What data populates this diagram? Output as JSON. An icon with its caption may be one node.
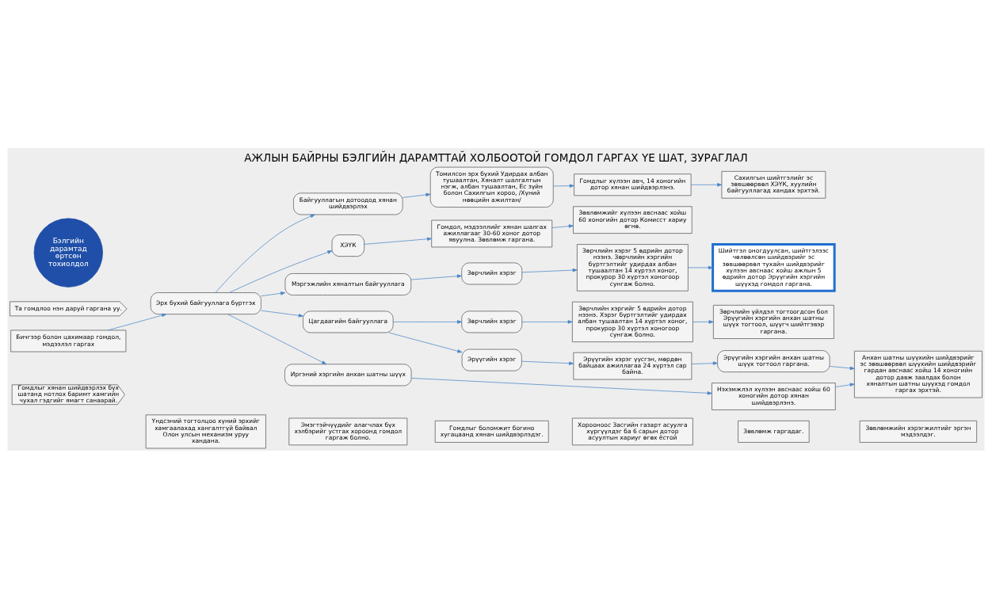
{
  "diagram": {
    "title": "АЖЛЫН БАЙРНЫ БЭЛГИЙН ДАРАМТТАЙ ХОЛБООТОЙ ГОМДОЛ ГАРГАХ ҮЕ ШАТ, ЗУРАГЛАЛ",
    "nodes": [
      {
        "text": [
          "Бэлгийн дарамтад өртсөн тохиолдол"
        ]
      },
      {
        "text": [
          "Та гомдлоо нэн даруй гаргана уу."
        ]
      },
      {
        "text": [
          "Бичгээр болон цахимаар гомдол, мэдээлэл гаргах"
        ]
      },
      {
        "text": [
          "Эрх бүхий байгууллага бүртгэх"
        ]
      },
      {
        "text": [
          "Гомдлыг хянан шийдвэрлэх бүх шатанд нотлох баримт хамгийн чухал гэдгийг ямагт санаарай."
        ]
      },
      {
        "text": [
          "Байгууллагын дотоодод хянан шийдвэрлэх"
        ]
      },
      {
        "text": [
          "Томилсон эрх бүхий Удирдах албан тушаалтан, Хяналт шалгалтын нэгж, албан тушаалтан, Ес зүйн болон Сахилгын хороо, /Хүний нөөцийн ажилтан/"
        ]
      },
      {
        "text": [
          "Гомдлыг хүлээн авч, 14 хоногийн дотор хянан шийдвэрлэнэ."
        ]
      },
      {
        "text": [
          "Сахилгын шийтгэлийг эс зөвшөөрвөл ХЭҮК, хуулийн байгууллагад хандах эрхтэй."
        ]
      },
      {
        "text": [
          "ХЭҮК"
        ]
      },
      {
        "text": [
          "Гомдол, мэдээллийг хянан шалгах ажиллагааг 30-60 хоног дотор явуулна. Зөвлөмж гаргана."
        ]
      },
      {
        "text": [
          "Зөвлөмжийг хүлээн авснаас хойш 60 хоногийн дотор Комисст хариу өгнө."
        ]
      },
      {
        "text": [
          "Мэргэжлийн хяналтын байгууллага"
        ]
      },
      {
        "text": [
          "Зөрчлийн хэрэг"
        ]
      },
      {
        "text": [
          "Зөрчлийн хэрэг 5 өдрийн дотор нээнэ. Зөрчлийн хэргийн бүртгэлтийг удирдах албан тушаалтан 14 хүртэл хоног, прокурор 30 хүртэл хоногоор сунгаж болно."
        ]
      },
      {
        "text": [
          "Шийтгэл оногдуулсан, шийтгэлээс чөлөөлсөн шийдвэрийг эс зөвшөөрвөл тухайн шийдвэрийг хүлээн авснаас хойш ажлын 5 өдрийн дотор Эрүүгийн хэргийн шүүхэд гомдол гаргана."
        ]
      },
      {
        "text": [
          "Цагдаагийн байгууллага"
        ]
      },
      {
        "text": [
          "Зөрчлийн хэрэг"
        ]
      },
      {
        "text": [
          "Эрүүгийн хэрэг"
        ]
      },
      {
        "text": [
          "Зөрчлийн хэргийг 5 өдрийн дотор нээнэ. Хэрэг бүртгэлтийг удирдах албан тушаалтан 14 хүртэл хоног, прокурор 30 хүртэл хоногоор сунгаж болно."
        ]
      },
      {
        "text": [
          "Эрүүгийн хэрэг үүсгэн, мөрдөн байцаах ажиллагаа 24 хүртэл сар байна."
        ]
      },
      {
        "text": [
          "Зөрчлийн үйлдэл тогтоогдсон бол Эрүүгийн хэргийн анхан шатны шүүх тогтоол, шүүгч шийтгэвэр гаргана."
        ]
      },
      {
        "text": [
          "Эрүүгийн хэргийн анхан шатны шүүх тогтоол гаргана."
        ]
      },
      {
        "text": [
          "Иргэний хэргийн анхан шатны шүүх"
        ]
      },
      {
        "text": [
          "Нэхэмжлэл хүлээн авснаас хойш 60 хоногийн дотор хянан шийдвэрлэнэ."
        ]
      },
      {
        "text": [
          "Анхан шатны шүүхийн шийдвэрийг эс зөвшөөрвөл шүүхийн шийдвэрийг гардан авснаас хойш 14 хоногийн дотор давж заалдах болон хяналтын шатны шүүхэд гомдол гаргах эрхтэй."
        ]
      },
      {
        "text": [
          "Үндсэний тогтолцоо хүний эрхийг хамгаалахад хангалтгүй байвал Олон улсын механизм уруу хандана."
        ]
      },
      {
        "text": [
          "Эмэгтэйчүүдийг алагчлах бүх хэлбэрийг устгах хороонд гомдол гаргаж болно."
        ]
      },
      {
        "text": [
          "Гомдлыг боломжит богино хугацаанд хянан шийдвэрлэдэг."
        ]
      },
      {
        "text": [
          "Хорооноос Засгийн газарт асуулга хүргүүлдэг ба 6 сарын дотор асуултын хариуг өгөх ёстой"
        ]
      },
      {
        "text": [
          "Зөвлөмж гаргадаг."
        ]
      },
      {
        "text": [
          "Зөвлөмжийн хэрэгжилтийг эргэн мэдээлдэг."
        ]
      }
    ],
    "edges": [
      {
        "from": 2,
        "to": 3,
        "arrow": "to"
      },
      {
        "from": 3,
        "to": 5,
        "arrow": "to"
      },
      {
        "from": 3,
        "to": 9,
        "arrow": "to"
      },
      {
        "from": 3,
        "to": 12,
        "arrow": "to"
      },
      {
        "from": 3,
        "to": 16,
        "arrow": "to"
      },
      {
        "from": 3,
        "to": 23,
        "arrow": "to"
      },
      {
        "from": 5,
        "to": 6,
        "arrow": "to"
      },
      {
        "from": 6,
        "to": 7,
        "arrow": "to"
      },
      {
        "from": 7,
        "to": 8,
        "arrow": "to"
      },
      {
        "from": 9,
        "to": 10,
        "arrow": "to"
      },
      {
        "from": 10,
        "to": 11,
        "arrow": "to"
      },
      {
        "from": 12,
        "to": 13,
        "arrow": "to"
      },
      {
        "from": 13,
        "to": 14,
        "arrow": "to"
      },
      {
        "from": 14,
        "to": 15,
        "arrow": "to"
      },
      {
        "from": 16,
        "to": 17,
        "arrow": "to"
      },
      {
        "from": 16,
        "to": 18,
        "arrow": "to"
      },
      {
        "from": 17,
        "to": 19,
        "arrow": "to"
      },
      {
        "from": 18,
        "to": 20,
        "arrow": "to"
      },
      {
        "from": 19,
        "to": 21,
        "arrow": "to"
      },
      {
        "from": 20,
        "to": 22,
        "arrow": "to"
      },
      {
        "from": 23,
        "to": 24,
        "arrow": "to"
      },
      {
        "from": 24,
        "to": 25,
        "arrow": "to"
      },
      {
        "from": 22,
        "to": 25,
        "arrow": "to"
      }
    ]
  }
}
